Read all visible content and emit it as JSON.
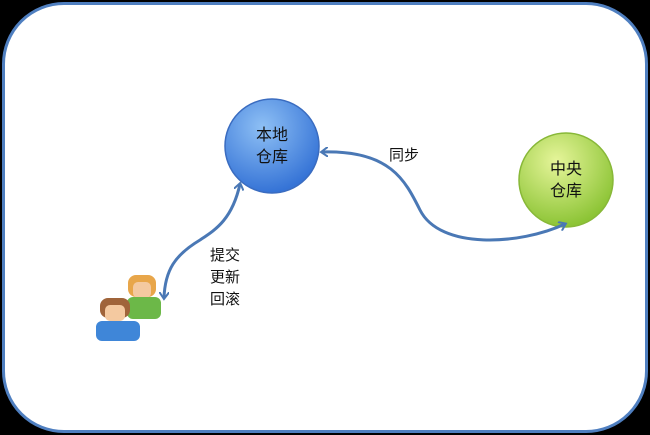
{
  "nodes": {
    "local_repo": {
      "line1": "本地",
      "line2": "仓库",
      "color": "#4f8be0"
    },
    "central_repo": {
      "line1": "中央",
      "line2": "仓库",
      "color": "#a6d44a"
    }
  },
  "edges": {
    "sync_label": "同步",
    "user_ops": [
      "提交",
      "更新",
      "回滚"
    ]
  },
  "users_icon": "users-icon"
}
